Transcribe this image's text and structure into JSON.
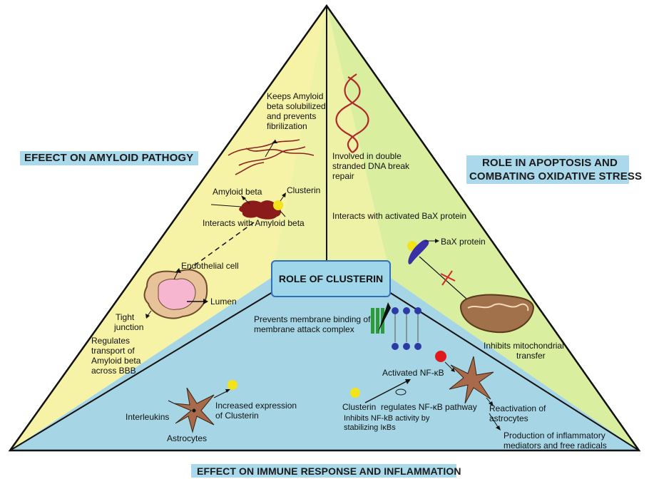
{
  "titles": {
    "amyloid": "EFEECT ON AMYLOID PATHOGY",
    "apoptosis_line1": "ROLE IN APOPTOSIS AND",
    "apoptosis_line2": "COMBATING OXIDATIVE STRESS",
    "immune": "EFFECT ON IMMUNE RESPONSE AND INFLAMMATION",
    "center": "ROLE OF CLUSTERIN"
  },
  "amyloid_section": {
    "keeps_line1": "Keeps Amyloid",
    "keeps_line2": "beta solubilized",
    "keeps_line3": "and prevents",
    "keeps_line4": "fibrilization",
    "amyloid_beta": "Amyloid beta",
    "clusterin": "Clusterin",
    "interacts": "Interacts with Amyloid beta",
    "endothelial": "Endothelial cell",
    "lumen": "Lumen",
    "tight_line1": "Tight",
    "tight_line2": "junction",
    "regulates_line1": "Regulates",
    "regulates_line2": "transport of",
    "regulates_line3": "Amyloid beta",
    "regulates_line4": "across BBB"
  },
  "apoptosis_section": {
    "dna_line1": "Involved in double",
    "dna_line2": "stranded DNA break",
    "dna_line3": "repair",
    "bax_interacts": "Interacts with activated BaX protein",
    "bax_protein": "BaX protein",
    "inhibits_line1": "Inhibits mitochondrial",
    "inhibits_line2": "transfer"
  },
  "immune_section": {
    "prevents_line1": "Prevents membrane binding of",
    "prevents_line2": "membrane attack complex",
    "increased_line1": "Increased expression",
    "increased_line2": "of Clusterin",
    "interleukins": "Interleukins",
    "astrocytes": "Astrocytes",
    "activated_nfkb": "Activated NF-κB",
    "clusterin": "Clusterin",
    "regulates_nfkb": "regulates NF-κB pathway",
    "inhibits_line1": "Inhibits NF-kB activity by",
    "inhibits_line2": "stabilizing IκBs",
    "reactivation_line1": "Reactivation of",
    "reactivation_line2": "astrocytes",
    "production_line1": "Production of inflammatory",
    "production_line2": "mediators and free radicals"
  },
  "colors": {
    "left_face": "#f6f3a6",
    "right_face": "#d9ee9e",
    "bottom_face": "#a6d6e6",
    "title_bg": "#a9d9ea",
    "clusterin_dot": "#f2e31a",
    "amyloid_blob": "#8b1a1a"
  }
}
